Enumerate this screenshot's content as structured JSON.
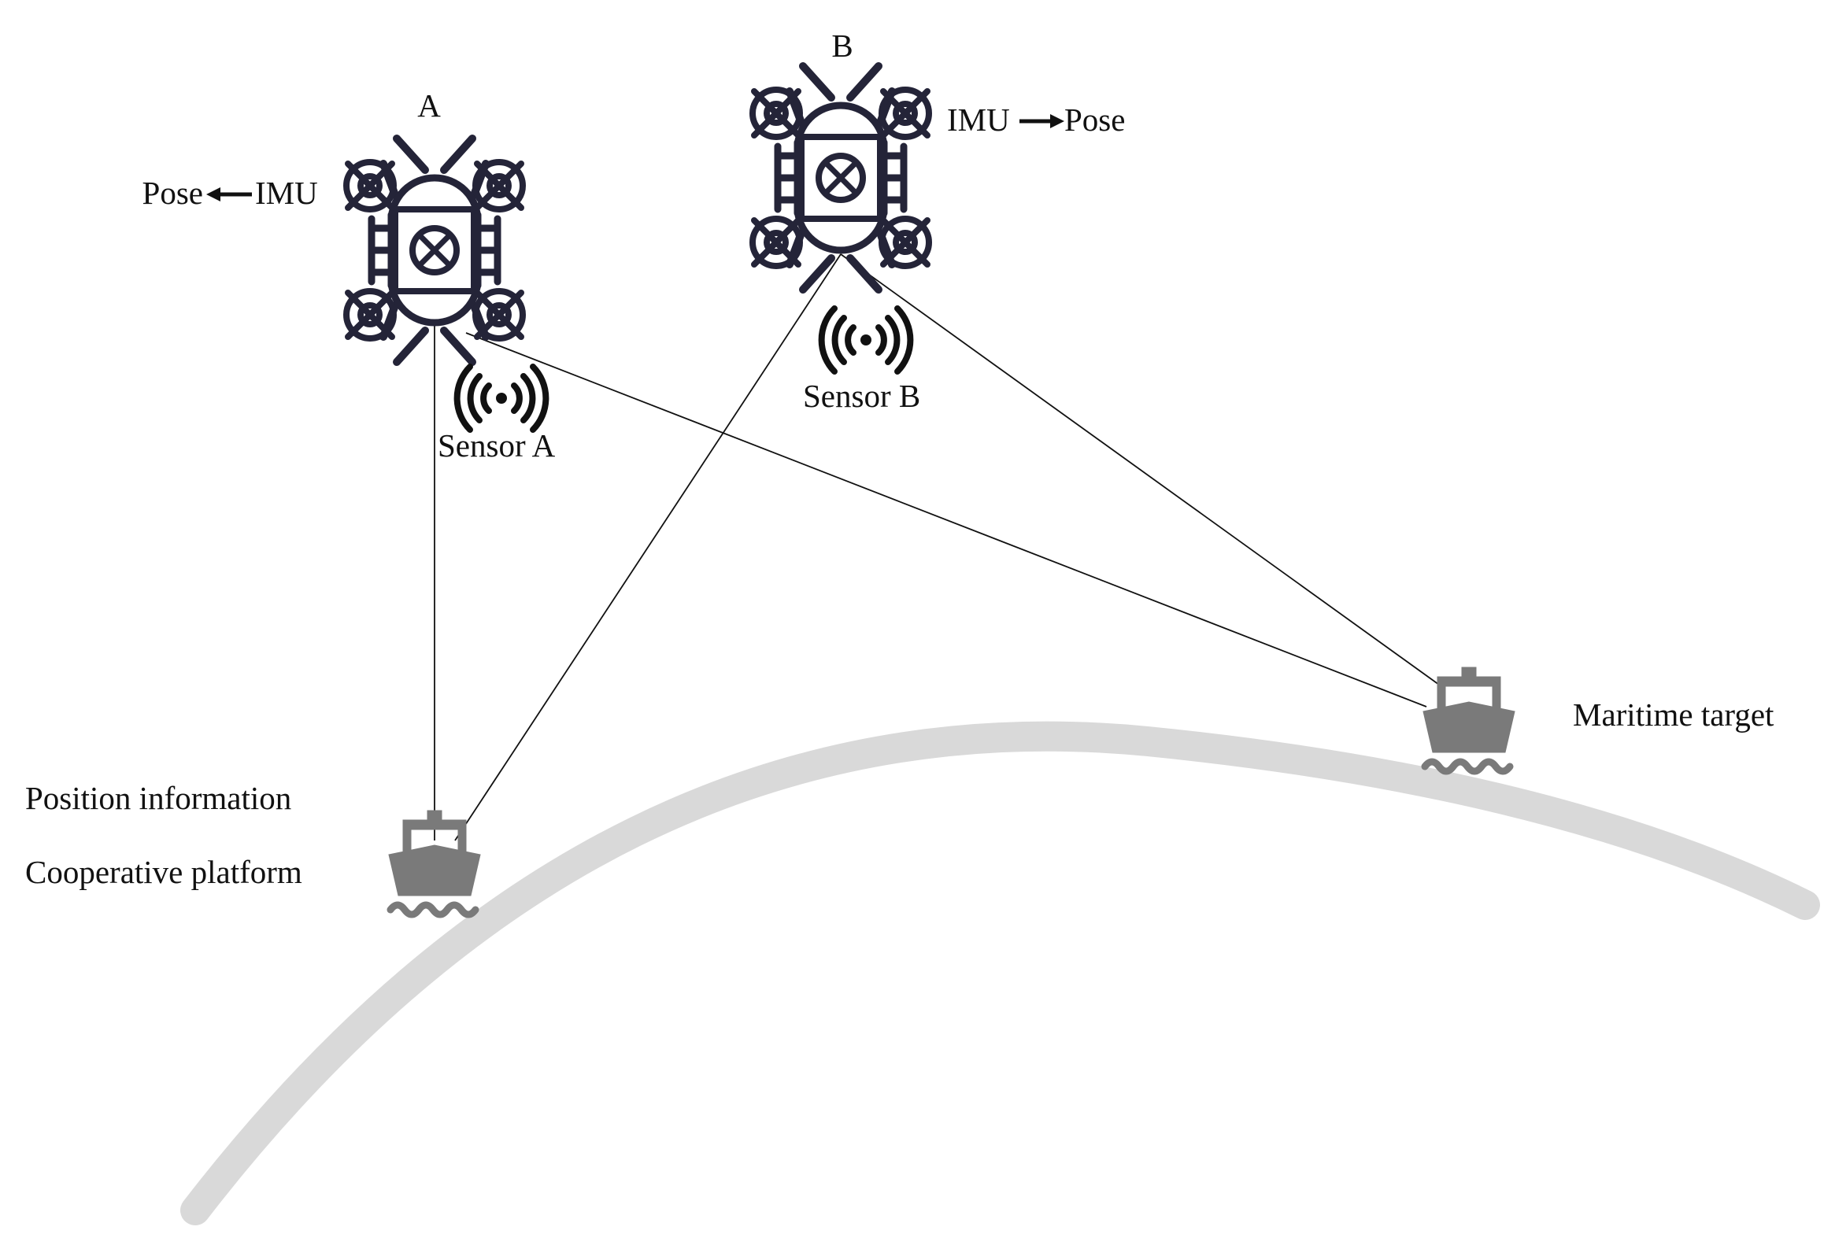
{
  "colors": {
    "drone": "#242438",
    "ship": "#7a7a7a",
    "earth": "#d9d9d9",
    "line": "#111111",
    "text": "#111111"
  },
  "drone_a": {
    "label": "A",
    "imu_label": "IMU",
    "pose_label": "Pose",
    "arrow_icon": "arrow-left-icon"
  },
  "drone_b": {
    "label": "B",
    "imu_label": "IMU",
    "pose_label": "Pose",
    "arrow_icon": "arrow-right-icon"
  },
  "sensor_a": {
    "label": "Sensor A",
    "icon": "wireless-signal-icon"
  },
  "sensor_b": {
    "label": "Sensor B",
    "icon": "wireless-signal-icon"
  },
  "cooperative_platform": {
    "position_label": "Position information",
    "platform_label": "Cooperative platform",
    "icon": "ship-icon"
  },
  "maritime_target": {
    "label": "Maritime target",
    "icon": "ship-icon"
  }
}
